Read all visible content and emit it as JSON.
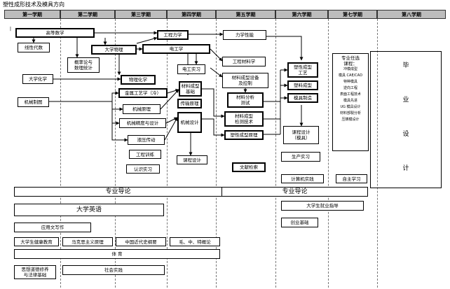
{
  "title": "塑性成形技术及模具方向",
  "semesters": [
    "第一学期",
    "第二学期",
    "第三学期",
    "第四学期",
    "第五学期",
    "第六学期",
    "第七学期",
    "第八学期"
  ],
  "courses": {
    "gaodeng_shuxue": "高等数学",
    "xianxing_daishu": "线性代数",
    "gailvlun": "概率论与\n数理统计",
    "daxue_huaxue": "大学化学",
    "jixie_zhitu": "机械制图",
    "daxue_wuli": "大学物理",
    "gongcheng_lixue": "工程力学",
    "diangongxue": "电工学",
    "wuli_huaxue": "物理化学",
    "jinshu_gongyi": "金属工艺学（冷）",
    "jixie_yuanli": "机械原理",
    "jixie_jingdu": "机械精度与设计",
    "yeya_chuandong": "液压传动",
    "gongcheng_xunlian": "工程训练",
    "renshi_shixi": "认识实习",
    "diangong_shixi": "电工实习",
    "cailiao_chengxing_jichu": "材料成型\n基础",
    "chuanshu_yuanli": "传输原理",
    "jixie_sheji": "机械设计",
    "kecheng_sheji": "课程设计",
    "lixue_xingneng": "力学性能",
    "gongcheng_cailiaoxue": "工程材料学",
    "cailiao_shebei": "材料成型设备\n及控制",
    "cailiao_fenxi": "材料分析\n测试",
    "cailiao_jiance": "材料成型\n检测技术",
    "suxing_yuanli": "塑性成型原理",
    "wenxian_jiansuo": "文献检索",
    "suxing_gongyi": "塑性成型\n工艺",
    "suliao_chengxing": "塑料成型",
    "moju_zhizao": "模具制造",
    "kecheng_sheji_moju": "课程设计\n（模具）",
    "shengchan_shixi": "生产实习",
    "jisuanji_shijian": "计算机实践",
    "zizhu_xuexi": "自主学习",
    "zhuanye_daoyan_1": "专业导论",
    "zhuanye_daoyan_2": "专业导论",
    "daxue_yingyu": "大学英语",
    "jiuye_zhidao": "大学生就业指导",
    "yingyong_xiezuo": "应用文写作",
    "chuangye_jichu": "创业基础",
    "jiankang_jiaoyu": "大学生健康教育",
    "makesi": "马克思主义原理",
    "jindai_shi": "中国近代史纲要",
    "mao_zhongte": "毛、中、特概论",
    "tiyu": "体    育",
    "sixiu_fajichu": "思想道德修养\n与法律基础",
    "shehui_shijian": "社会实践"
  },
  "electives": {
    "heading": "专业任选\n课程：",
    "items": [
      "冲模成型",
      "模具 CAE/CAD",
      "特种模具",
      "逆向工程",
      "表面工程技术",
      "模具先进",
      "UG 模具设计",
      "材料部裂分析",
      "压铸模设计"
    ]
  },
  "graduation": [
    "毕",
    "业",
    "设",
    "计"
  ],
  "marker": "|"
}
